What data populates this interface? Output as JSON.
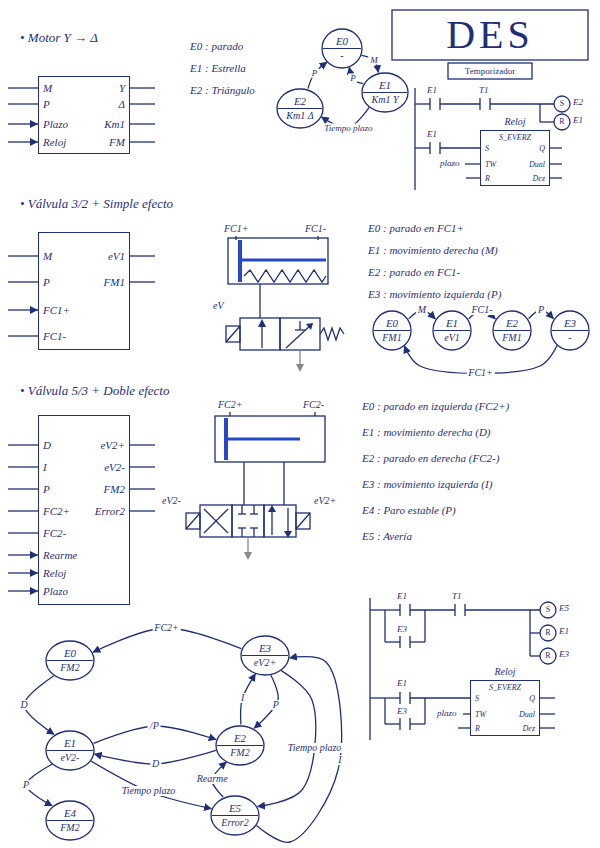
{
  "diagram": {
    "title": "DES",
    "nodes": [
      {
        "text": [
          "M",
          "P",
          "Plazo",
          "Reloj",
          "Y",
          "Δ",
          "Km1",
          "FM"
        ]
      },
      {
        "text": [
          "E0",
          "-"
        ]
      },
      {
        "text": [
          "E1",
          "Km1 Y"
        ]
      },
      {
        "text": [
          "E2",
          "Km1 Δ"
        ]
      },
      {
        "text": [
          "Reloj",
          "S_EVERZ",
          "S",
          "TW",
          "R",
          "Q",
          "Dual",
          "Dez"
        ]
      },
      {
        "text": [
          "M",
          "P",
          "FC1+",
          "FC1-",
          "eV1",
          "FM1"
        ]
      },
      {
        "text": [
          "E0",
          "FM1"
        ]
      },
      {
        "text": [
          "E1",
          "eV1"
        ]
      },
      {
        "text": [
          "E2",
          "FM1"
        ]
      },
      {
        "text": [
          "E3",
          "-"
        ]
      },
      {
        "text": [
          "D",
          "I",
          "P",
          "FC2+",
          "FC2-",
          "Rearme",
          "Reloj",
          "Plazo",
          "eV2+",
          "eV2-",
          "FM2",
          "Error2"
        ]
      },
      {
        "text": [
          "E0",
          "FM2"
        ]
      },
      {
        "text": [
          "E3",
          "eV2+"
        ]
      },
      {
        "text": [
          "E1",
          "eV2-"
        ]
      },
      {
        "text": [
          "E2",
          "FM2"
        ]
      },
      {
        "text": [
          "E4",
          "FM2"
        ]
      },
      {
        "text": [
          "E5",
          "Error2"
        ]
      },
      {
        "text": [
          "Reloj",
          "S_EVERZ",
          "S",
          "TW",
          "R",
          "Q",
          "Dual",
          "Dez"
        ]
      }
    ],
    "edges": [
      {
        "from": 1,
        "to": 2,
        "arrow": "to",
        "label": "M"
      },
      {
        "from": 2,
        "to": 1,
        "arrow": "to",
        "label": "P"
      },
      {
        "from": 3,
        "to": 1,
        "arrow": "to",
        "label": "P"
      },
      {
        "from": 2,
        "to": 3,
        "arrow": "to",
        "label": "Tiempo plazo"
      },
      {
        "from": 6,
        "to": 7,
        "arrow": "to",
        "label": "M"
      },
      {
        "from": 7,
        "to": 8,
        "arrow": "to",
        "label": "FC1-"
      },
      {
        "from": 8,
        "to": 9,
        "arrow": "to",
        "label": "P"
      },
      {
        "from": 9,
        "to": 6,
        "arrow": "to",
        "label": "FC1+"
      },
      {
        "from": 12,
        "to": 11,
        "arrow": "to",
        "label": "FC2+"
      },
      {
        "from": 11,
        "to": 13,
        "arrow": "to",
        "label": "D"
      },
      {
        "from": 13,
        "to": 14,
        "arrow": "to",
        "label": "/P"
      },
      {
        "from": 14,
        "to": 13,
        "arrow": "to",
        "label": "D"
      },
      {
        "from": 14,
        "to": 12,
        "arrow": "to",
        "label": "I"
      },
      {
        "from": 12,
        "to": 14,
        "arrow": "to",
        "label": "P"
      },
      {
        "from": 13,
        "to": 16,
        "arrow": "to",
        "label": "Tiempo plazo"
      },
      {
        "from": 16,
        "to": 14,
        "arrow": "to",
        "label": "Rearme"
      },
      {
        "from": 12,
        "to": 16,
        "arrow": "to",
        "label": "Tiempo plazo"
      },
      {
        "from": 13,
        "to": 15,
        "arrow": "to",
        "label": "P"
      },
      {
        "from": 16,
        "to": 12,
        "arrow": "to",
        "label": "I"
      }
    ],
    "labels": [
      "• Motor Y → Δ",
      "E0 : parado",
      "E1 : Estrella",
      "E2 : Triángulo",
      "Temporizador",
      "E1",
      "T1",
      "E2",
      "S",
      "E1",
      "R",
      "E1",
      "plazo",
      "• Válvula 3/2 + Simple efecto",
      "FC1+",
      "FC1-",
      "eV",
      "E0 : parado en FC1+",
      "E1 : movimiento derecha (M)",
      "E2 : parado en FC1-",
      "E3 : movimiento izquierda (P)",
      "• Válvula 5/3 + Doble efecto",
      "FC2+",
      "FC2-",
      "eV2-",
      "eV2+",
      "E0 : parado en izquierda (FC2+)",
      "E1 : movimiento derecha (D)",
      "E2 : parado en derecha (FC2-)",
      "E3 : movimiento izquierda (I)",
      "E4 : Paro estable (P)",
      "E5 : Avería",
      "E1",
      "E3",
      "T1",
      "E5",
      "S",
      "E1",
      "R",
      "E3",
      "R",
      "E1",
      "E3",
      "plazo"
    ]
  }
}
